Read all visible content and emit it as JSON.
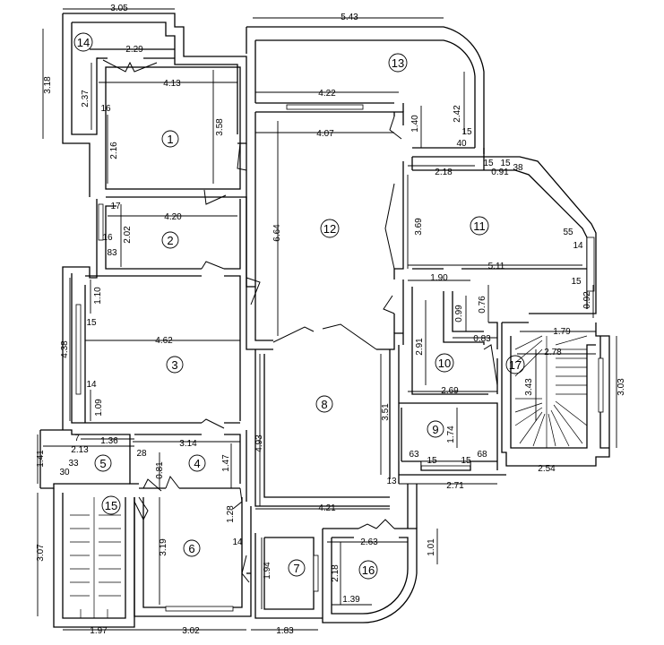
{
  "rooms": [
    {
      "id": "1",
      "label": "1"
    },
    {
      "id": "2",
      "label": "2"
    },
    {
      "id": "3",
      "label": "3"
    },
    {
      "id": "4",
      "label": "4"
    },
    {
      "id": "5",
      "label": "5"
    },
    {
      "id": "6",
      "label": "6"
    },
    {
      "id": "7",
      "label": "7"
    },
    {
      "id": "8",
      "label": "8"
    },
    {
      "id": "9",
      "label": "9"
    },
    {
      "id": "10",
      "label": "10"
    },
    {
      "id": "11",
      "label": "11"
    },
    {
      "id": "12",
      "label": "12"
    },
    {
      "id": "13",
      "label": "13"
    },
    {
      "id": "14",
      "label": "14"
    },
    {
      "id": "15",
      "label": "15"
    },
    {
      "id": "16",
      "label": "16"
    },
    {
      "id": "17",
      "label": "17"
    }
  ],
  "dimensions": [
    "3.05",
    "5.43",
    "2.29",
    "3.18",
    "2.37",
    "4.13",
    "3.58",
    "16",
    "2.16",
    "4.22",
    "2.42",
    "1.40",
    "15",
    "40",
    "4.07",
    "2.18",
    "15",
    "15",
    "38",
    "0.91",
    "6.64",
    "3.69",
    "55",
    "14",
    "17",
    "4.20",
    "2.02",
    "16",
    "83",
    "1.90",
    "5.11",
    "15",
    "1.10",
    "15",
    "0.76",
    "0.99",
    "0.92",
    "1.79",
    "4.62",
    "2.91",
    "0.83",
    "2.78",
    "4.38",
    "14",
    "2.69",
    "3.43",
    "3.03",
    "1.09",
    "3.51",
    "1.74",
    "7",
    "1.36",
    "3.14",
    "2.13",
    "1.41",
    "33",
    "30",
    "28",
    "0.81",
    "1.47",
    "4.93",
    "63",
    "15",
    "15",
    "68",
    "2.54",
    "13",
    "2.71",
    "4.21",
    "1.28",
    "14",
    "2.63",
    "1.01",
    "3.07",
    "3.19",
    "1.94",
    "2.18",
    "1.39",
    "1.97",
    "3.02",
    "1.83"
  ]
}
